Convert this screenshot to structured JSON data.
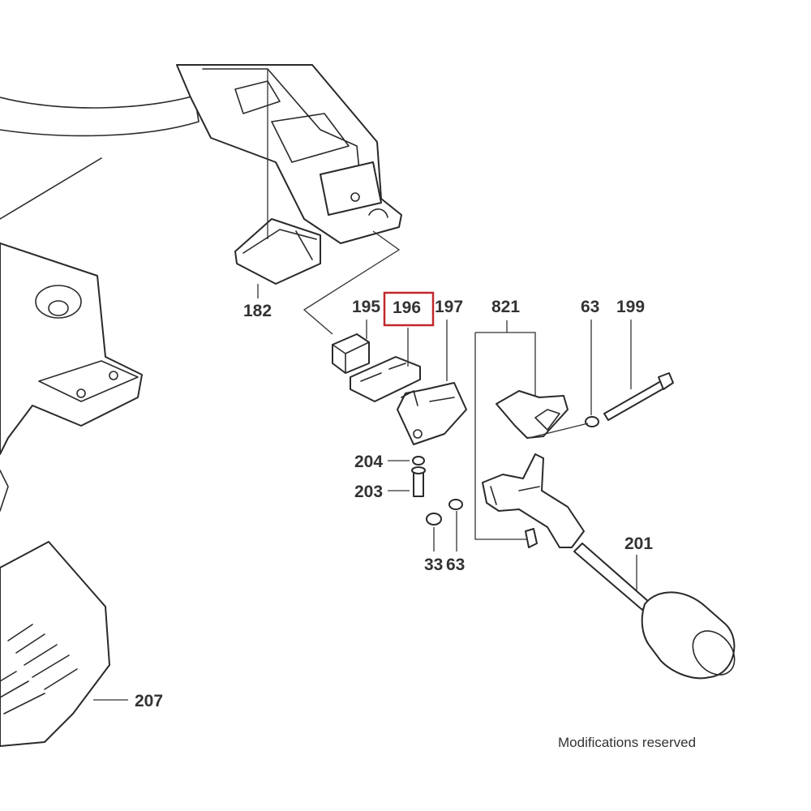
{
  "diagram": {
    "parts": [
      {
        "id": "label-182",
        "number": "182"
      },
      {
        "id": "label-195",
        "number": "195"
      },
      {
        "id": "label-196",
        "number": "196",
        "highlighted": true
      },
      {
        "id": "label-197",
        "number": "197"
      },
      {
        "id": "label-821",
        "number": "821"
      },
      {
        "id": "label-63a",
        "number": "63"
      },
      {
        "id": "label-199",
        "number": "199"
      },
      {
        "id": "label-204",
        "number": "204"
      },
      {
        "id": "label-203",
        "number": "203"
      },
      {
        "id": "label-33",
        "number": "33"
      },
      {
        "id": "label-63b",
        "number": "63"
      },
      {
        "id": "label-201",
        "number": "201"
      },
      {
        "id": "label-207",
        "number": "207"
      }
    ],
    "highlight_color": "#c0282c",
    "footer": "Modifications reserved"
  }
}
